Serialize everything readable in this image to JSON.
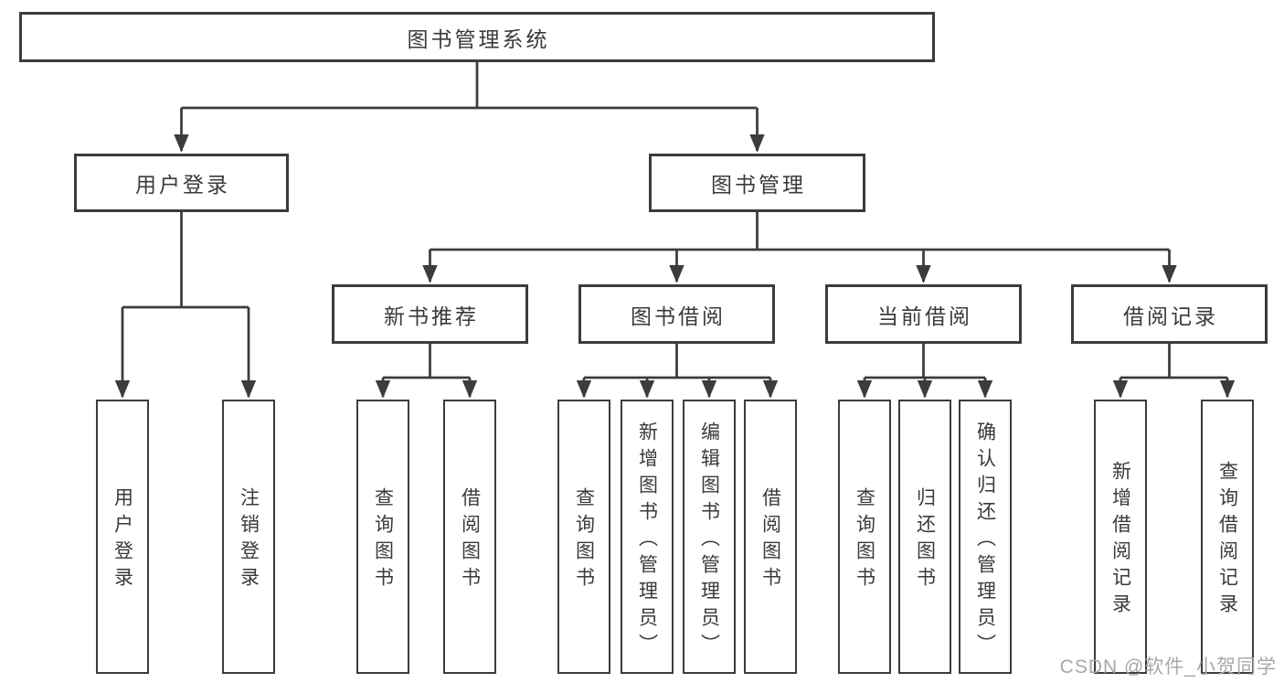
{
  "diagram": {
    "tree": {
      "label": "图书管理系统",
      "children": [
        {
          "label": "用户登录",
          "children": [
            {
              "label": "用户登录"
            },
            {
              "label": "注销登录"
            }
          ]
        },
        {
          "label": "图书管理",
          "children": [
            {
              "label": "新书推荐",
              "children": [
                {
                  "label": "查询图书"
                },
                {
                  "label": "借阅图书"
                }
              ]
            },
            {
              "label": "图书借阅",
              "children": [
                {
                  "label": "查询图书"
                },
                {
                  "label": "新增图书（管理员）"
                },
                {
                  "label": "编辑图书（管理员）"
                },
                {
                  "label": "借阅图书"
                }
              ]
            },
            {
              "label": "当前借阅",
              "children": [
                {
                  "label": "查询图书"
                },
                {
                  "label": "归还图书"
                },
                {
                  "label": "确认归还（管理员）"
                }
              ]
            },
            {
              "label": "借阅记录",
              "children": [
                {
                  "label": "新增借阅记录"
                },
                {
                  "label": "查询借阅记录"
                }
              ]
            }
          ]
        }
      ]
    }
  },
  "watermark": {
    "text": "CSDN @软件_小贺同学"
  },
  "colors": {
    "line": "#3c3c3c",
    "text": "#3a3a3a",
    "watermark": "#a8a8a8",
    "background": "#ffffff"
  }
}
